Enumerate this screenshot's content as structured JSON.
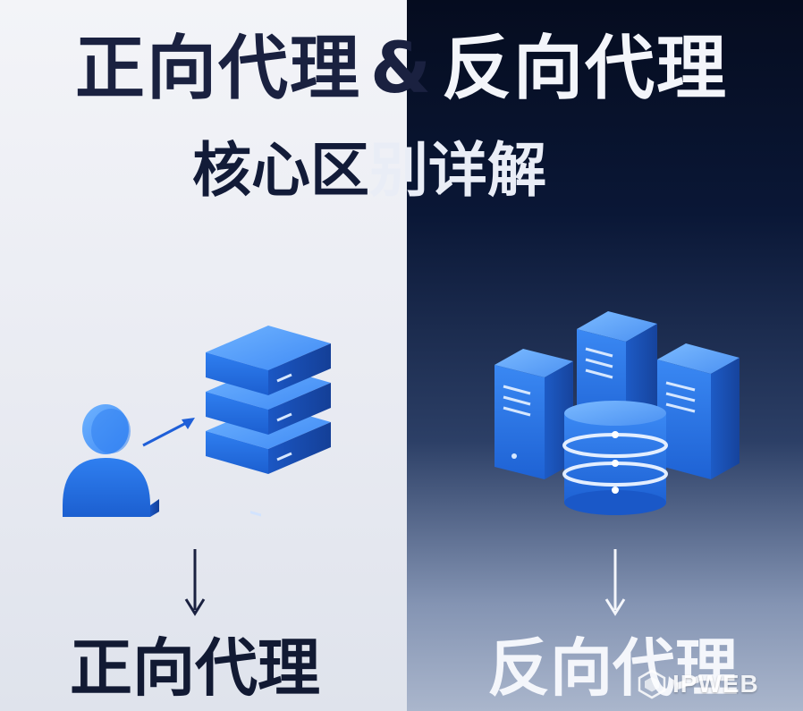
{
  "title": {
    "part1": "正向代理",
    "amp": "&",
    "part2": "反向代理",
    "subtitle_left": "核心区",
    "subtitle_right": "别详解"
  },
  "labels": {
    "forward_proxy": "正向代理",
    "reverse_proxy": "反向代理"
  },
  "watermark": {
    "text": "IPWEB"
  },
  "icons": {
    "left_user": "user-icon",
    "left_arrow": "arrow-right-icon",
    "left_server": "server-stack-icon",
    "left_down": "arrow-down-icon",
    "right_servers": "server-tower-icon",
    "right_database": "database-icon",
    "right_down": "arrow-down-icon",
    "watermark_logo": "ipweb-logo-icon"
  },
  "colors": {
    "left_background": "#eceef4",
    "right_background": "#0a1736",
    "icon_blue": "#2f7ff0",
    "title_dark": "#1a2140",
    "label_light": "#f4f6fb"
  }
}
